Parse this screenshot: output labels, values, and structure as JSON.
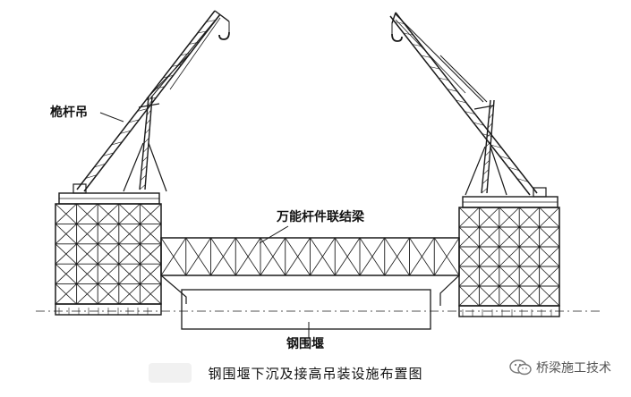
{
  "labels": {
    "crane": "桅杆吊",
    "beam": "万能杆件联结梁",
    "cofferdam": "钢围堰"
  },
  "caption": "钢围堰下沉及接高吊装设施布置图",
  "watermark": {
    "text": "桥梁施工技术",
    "icon": "wechat-icon"
  },
  "colors": {
    "line": "#1a1a1a",
    "background": "#ffffff"
  }
}
